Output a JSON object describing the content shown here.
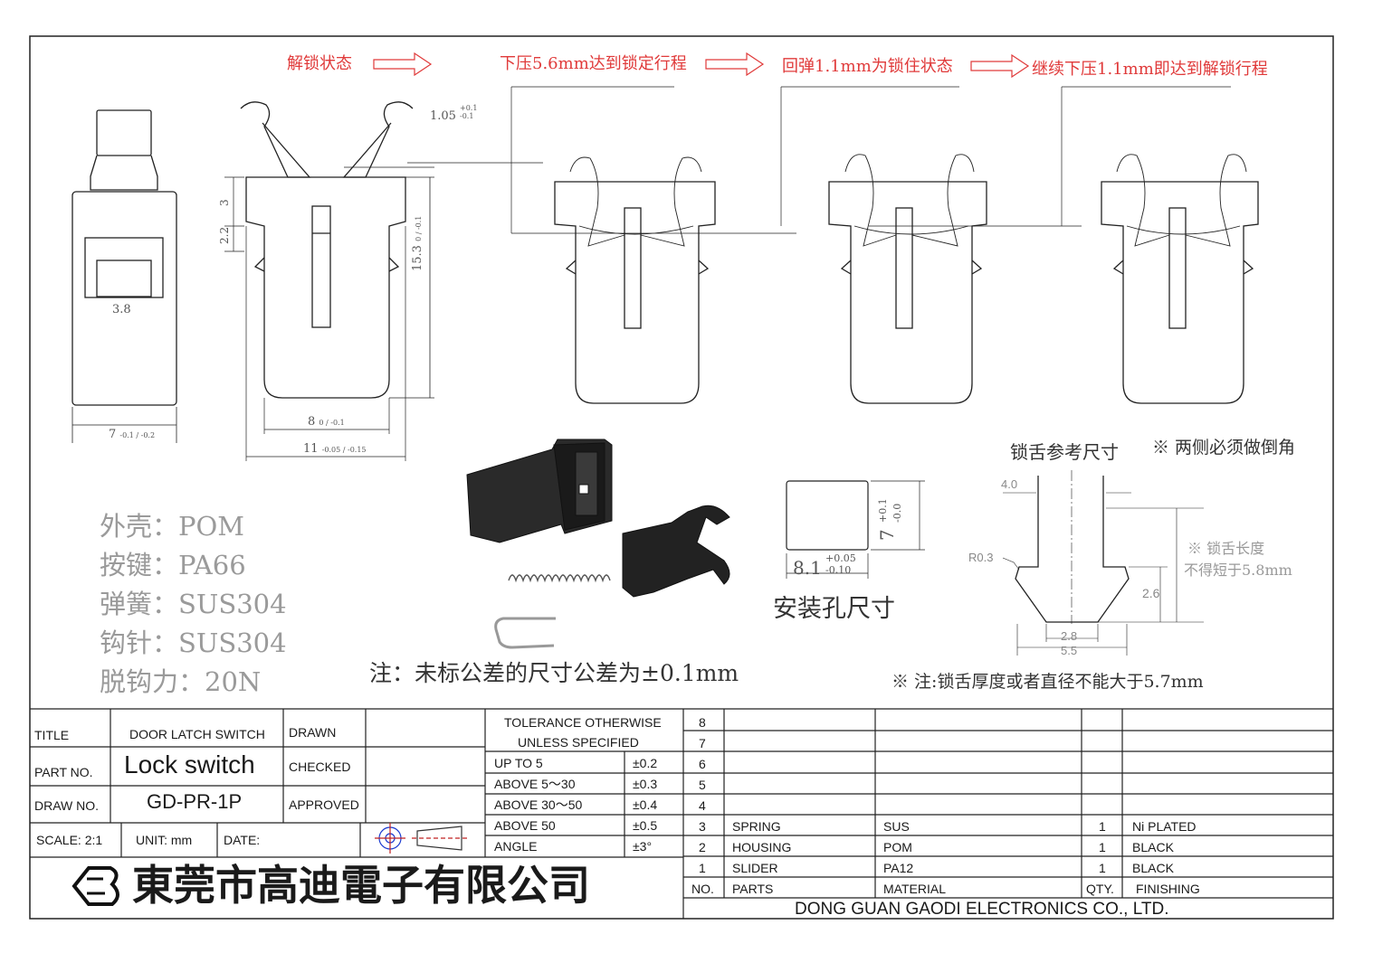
{
  "steps": [
    {
      "label": "解锁状态"
    },
    {
      "label": "下压5.6mm达到锁定行程"
    },
    {
      "label": "回弹1.1mm为锁住状态"
    },
    {
      "label": "继续下压1.1mm即达到解锁行程"
    }
  ],
  "dimensions": {
    "top_offset": "1.05",
    "top_offset_tol": "+0.1\n-0.1",
    "height": "15.3",
    "height_tol": "0 / -0.1",
    "step_3": "3",
    "step_22": "2.2",
    "window": "3.8",
    "width_7": "7",
    "width_7_tol": "-0.1 / -0.2",
    "width_8": "8",
    "width_8_tol": "0 / -0.1",
    "width_11": "11",
    "width_11_tol": "-0.05 / -0.15"
  },
  "materials": [
    {
      "part": "外壳：",
      "value": "POM"
    },
    {
      "part": "按键：",
      "value": "PA66"
    },
    {
      "part": "弹簧：",
      "value": "SUS304"
    },
    {
      "part": "钩针：",
      "value": "SUS304"
    },
    {
      "part": "脱钩力：",
      "value": "20N"
    }
  ],
  "note_tolerance": "注：未标公差的尺寸公差为±0.1mm",
  "mount_hole": {
    "title": "安装孔尺寸",
    "width": "8.1",
    "width_tol_upper": "+0.05",
    "width_tol_lower": "-0.10",
    "height": "7",
    "height_tol_upper": "+0.1",
    "height_tol_lower": "-0.0"
  },
  "tongue": {
    "title": "锁舌参考尺寸",
    "note_chamfer": "※ 两侧必须做倒角",
    "dim_top": "4.0",
    "radius": "R0.3",
    "length_note_1": "※ 锁舌长度",
    "length_note_2": "不得短于5.8mm",
    "dim_26": "2.6",
    "dim_28": "2.8",
    "dim_55": "5.5",
    "thickness_note": "※ 注:锁舌厚度或者直径不能大于5.7mm"
  },
  "title_block": {
    "title_label": "TITLE",
    "title_value": "DOOR LATCH SWITCH",
    "part_label": "PART NO.",
    "part_value": "Lock switch",
    "draw_label": "DRAW NO.",
    "draw_value": "GD-PR-1P",
    "drawn": "DRAWN",
    "checked": "CHECKED",
    "approved": "APPROVED",
    "scale": "SCALE: 2:1",
    "unit": "UNIT: mm",
    "date": "DATE:",
    "company_cn": "東莞市高迪電子有限公司",
    "company_en": "DONG GUAN GAODI ELECTRONICS CO., LTD."
  },
  "tolerance": {
    "header_1": "TOLERANCE OTHERWISE",
    "header_2": "UNLESS SPECIFIED",
    "rows": [
      {
        "range": "UP TO 5",
        "value": "±0.2"
      },
      {
        "range": "ABOVE 5～30",
        "value": "±0.3"
      },
      {
        "range": "ABOVE 30～50",
        "value": "±0.4"
      },
      {
        "range": "ABOVE 50",
        "value": "±0.5"
      },
      {
        "range": "ANGLE",
        "value": "±3°"
      }
    ]
  },
  "bom": {
    "headers": {
      "no": "NO.",
      "parts": "PARTS",
      "material": "MATERIAL",
      "qty": "QTY.",
      "finishing": "FINISHING"
    },
    "rows": [
      {
        "no": "8",
        "part": "",
        "material": "",
        "qty": "",
        "finishing": ""
      },
      {
        "no": "7",
        "part": "",
        "material": "",
        "qty": "",
        "finishing": ""
      },
      {
        "no": "6",
        "part": "",
        "material": "",
        "qty": "",
        "finishing": ""
      },
      {
        "no": "5",
        "part": "",
        "material": "",
        "qty": "",
        "finishing": ""
      },
      {
        "no": "4",
        "part": "",
        "material": "",
        "qty": "",
        "finishing": ""
      },
      {
        "no": "3",
        "part": "SPRING",
        "material": "SUS",
        "qty": "1",
        "finishing": "Ni PLATED"
      },
      {
        "no": "2",
        "part": "HOUSING",
        "material": "POM",
        "qty": "1",
        "finishing": "BLACK"
      },
      {
        "no": "1",
        "part": "SLIDER",
        "material": "PA12",
        "qty": "1",
        "finishing": "BLACK"
      }
    ]
  }
}
